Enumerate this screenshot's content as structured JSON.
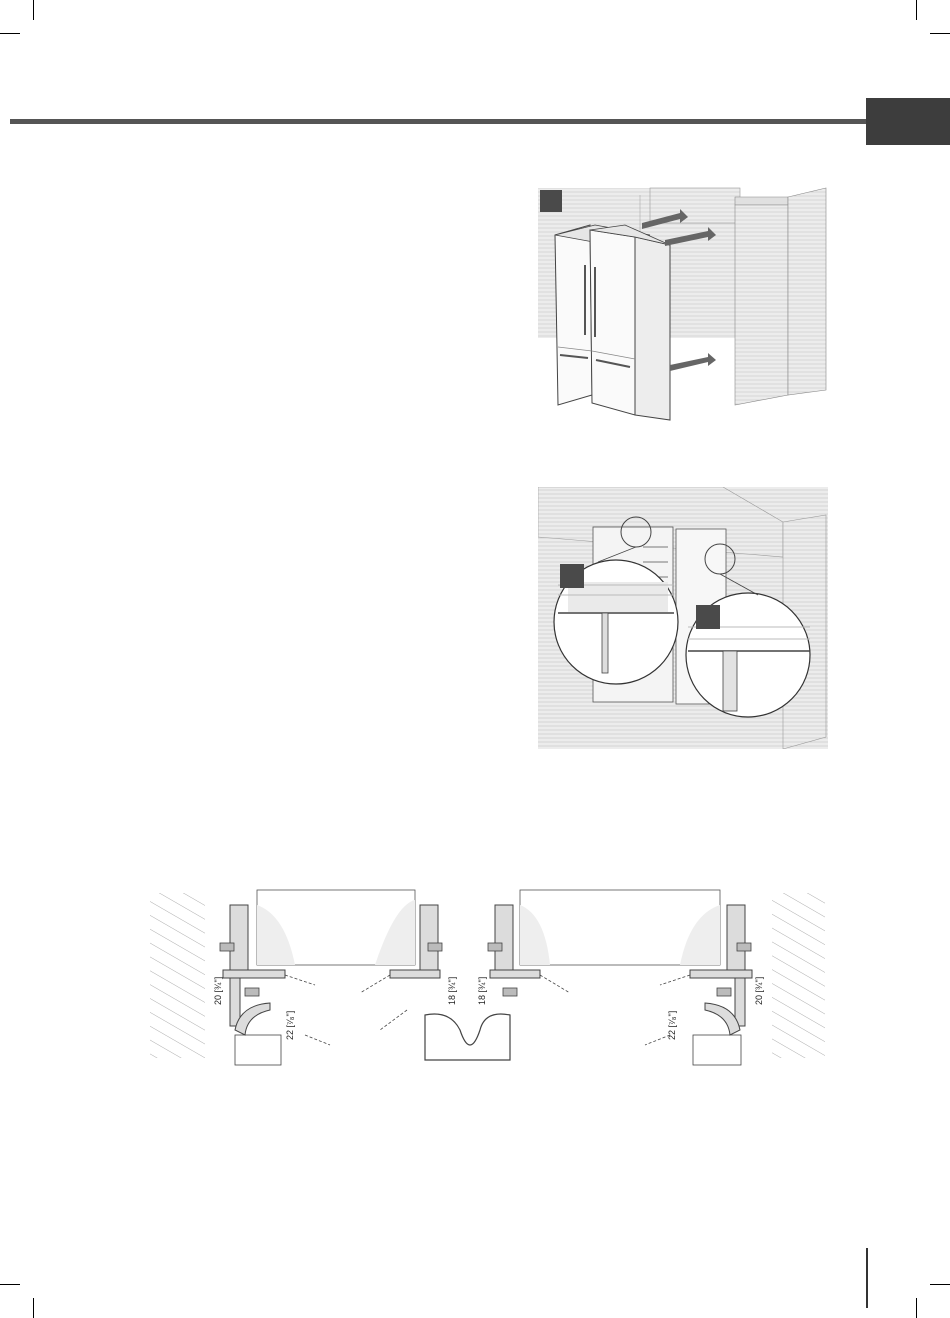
{
  "dimensions": {
    "left_20": "20 [¾\"]",
    "left_22": "22 [⁷⁄₈\"]",
    "center_left_18": "18 [¾\"]",
    "center_right_18": "18 [¾\"]",
    "right_22": "22 [⁷⁄₈\"]",
    "right_20": "20 [¾\"]"
  },
  "colors": {
    "rule": "#555555",
    "tab": "#3d3d3d",
    "marker": "#4a4a4a"
  }
}
